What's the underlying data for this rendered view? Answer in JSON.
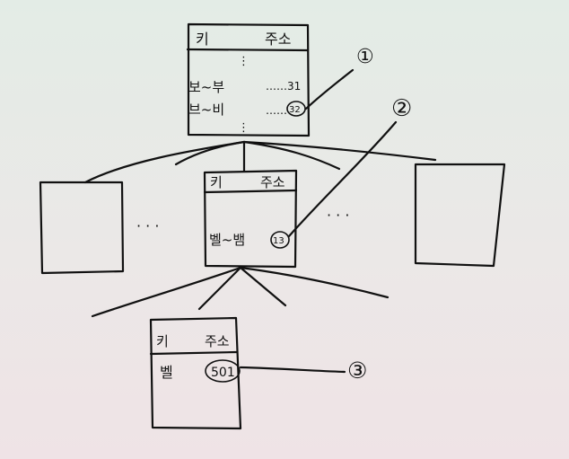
{
  "root_table": {
    "header_key": "키",
    "header_addr": "주소",
    "rows": [
      {
        "key": "보~부",
        "addr": "……31"
      },
      {
        "key": "브~비",
        "addr": "……",
        "circled": "32"
      }
    ]
  },
  "mid_table": {
    "header_key": "키",
    "header_addr": "주소",
    "row_key": "벨~뱀",
    "row_addr_circled": "13"
  },
  "leaf_table": {
    "header_key": "키",
    "header_addr": "주소",
    "row_key": "벨",
    "row_addr_circled": "501"
  },
  "ellipsis": "· · ·",
  "callouts": [
    "①",
    "②",
    "③"
  ]
}
